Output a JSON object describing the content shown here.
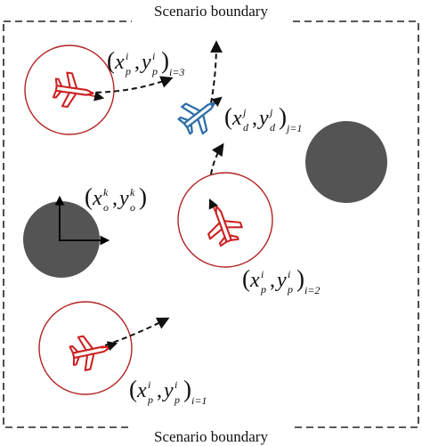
{
  "boundary": {
    "top_label": "Scenario boundary",
    "bottom_label": "Scenario boundary"
  },
  "colors": {
    "protected_zone": "#b22222",
    "pursuer_plane": "#cc2222",
    "target_plane": "#2e6fa8",
    "obstacle": "#545454",
    "arrow": "#111111"
  },
  "icons": {
    "pursuer": "airplane-icon",
    "target": "airplane-icon",
    "obstacle": "circle-obstacle"
  },
  "pursuer_labels": [
    {
      "x": "x",
      "x_sub": "p",
      "x_sup": "i",
      "y": "y",
      "y_sub": "p",
      "y_sup": "i",
      "index": "i=3"
    },
    {
      "x": "x",
      "x_sub": "p",
      "x_sup": "i",
      "y": "y",
      "y_sub": "p",
      "y_sup": "i",
      "index": "i=2"
    },
    {
      "x": "x",
      "x_sub": "p",
      "x_sup": "i",
      "y": "y",
      "y_sub": "p",
      "y_sup": "i",
      "index": "i=1"
    }
  ],
  "target_label": {
    "x": "x",
    "x_sub": "d",
    "x_sup": "j",
    "y": "y",
    "y_sub": "d",
    "y_sup": "j",
    "index": "j=1"
  },
  "obstacle_label": {
    "x": "x",
    "x_sub": "o",
    "x_sup": "k",
    "y": "y",
    "y_sub": "o",
    "y_sup": "k"
  }
}
